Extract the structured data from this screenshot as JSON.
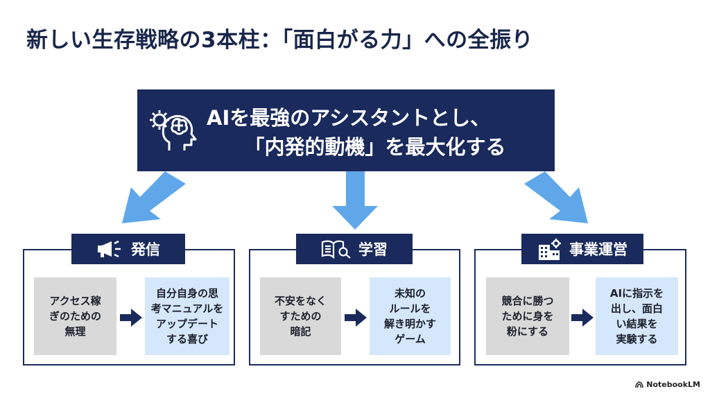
{
  "title": "新しい生存戦略の3本柱：「面白がる力」への全振り",
  "hero": {
    "line1": "AIを最強のアシスタントとし、",
    "line2": "「内発的動機」を最大化する",
    "icon": "gear-brain-head-icon"
  },
  "pillars": [
    {
      "label": "発信",
      "icon": "megaphone-icon",
      "from": "アクセス稼\nぎのための\n無理",
      "to": "自分自身の思\n考マニュアルを\nアップデート\nする喜び"
    },
    {
      "label": "学習",
      "icon": "book-magnifier-icon",
      "from": "不安をなく\nすための\n暗記",
      "to": "未知の\nルールを\n解き明かす\nゲーム"
    },
    {
      "label": "事業運営",
      "icon": "building-gear-icon",
      "from": "競合に勝つ\nために身を\n粉にする",
      "to": "AIに指示を\n出し、面白\nい結果を\n実験する"
    }
  ],
  "logo": "NotebookLM",
  "colors": {
    "navy": "#1a2a5c",
    "arrow": "#5fa7e9",
    "grey": "#d9d9d9",
    "lightblue": "#d5e7fb"
  }
}
